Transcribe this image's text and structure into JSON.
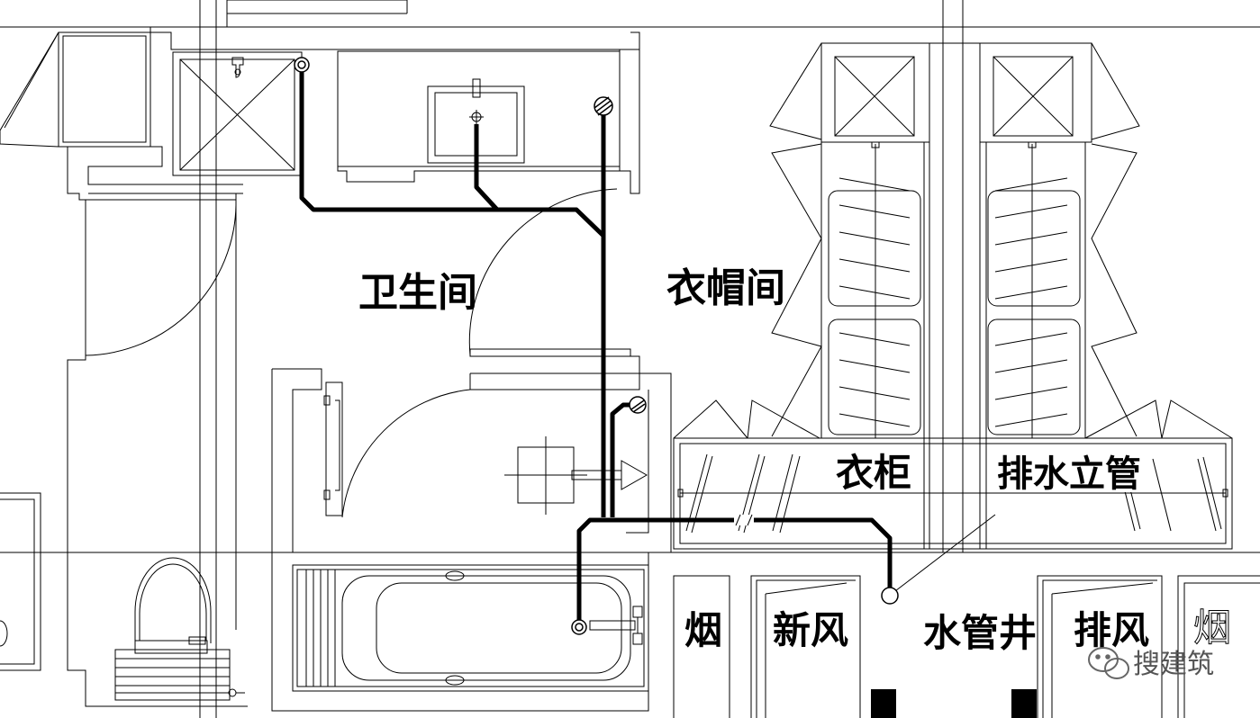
{
  "labels": {
    "bathroom": "卫生间",
    "cloakroom": "衣帽间",
    "wardrobe": "衣柜",
    "drain_riser": "排水立管",
    "flue_left": "烟",
    "fresh_air": "新风",
    "water_shaft": "水管井",
    "exhaust": "排风",
    "flue_right": "烟"
  },
  "watermark": {
    "text": "搜建筑"
  },
  "colors": {
    "background": "#ffffff",
    "line": "#000000",
    "pipe": "#000000",
    "fill_dark": "#000000"
  }
}
